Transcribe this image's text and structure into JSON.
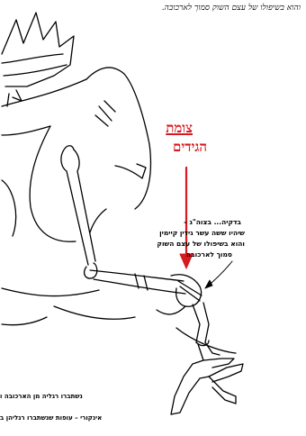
{
  "top_caption": "והוא בשיפולו של עצם השוק סמוך לארכובה.",
  "title": {
    "line1": "צומת",
    "line2": "הגידים"
  },
  "annotation": [
    "בדקיה... בצוה\"ג –",
    "שיהיו ששה עשר גידין קיימין",
    "והוא בשיפולו של עצם השוק",
    "סמוך לארכובה"
  ],
  "footer": [
    "נשתברו רגליה מן הארכובה ו",
    "אינקורי – עופות שנשתברו רגליהן ב"
  ],
  "colors": {
    "title": "#d71920",
    "arrow": "#d71920",
    "line": "#000000"
  },
  "icons": [
    "bird-leg-illustration",
    "down-arrow"
  ]
}
